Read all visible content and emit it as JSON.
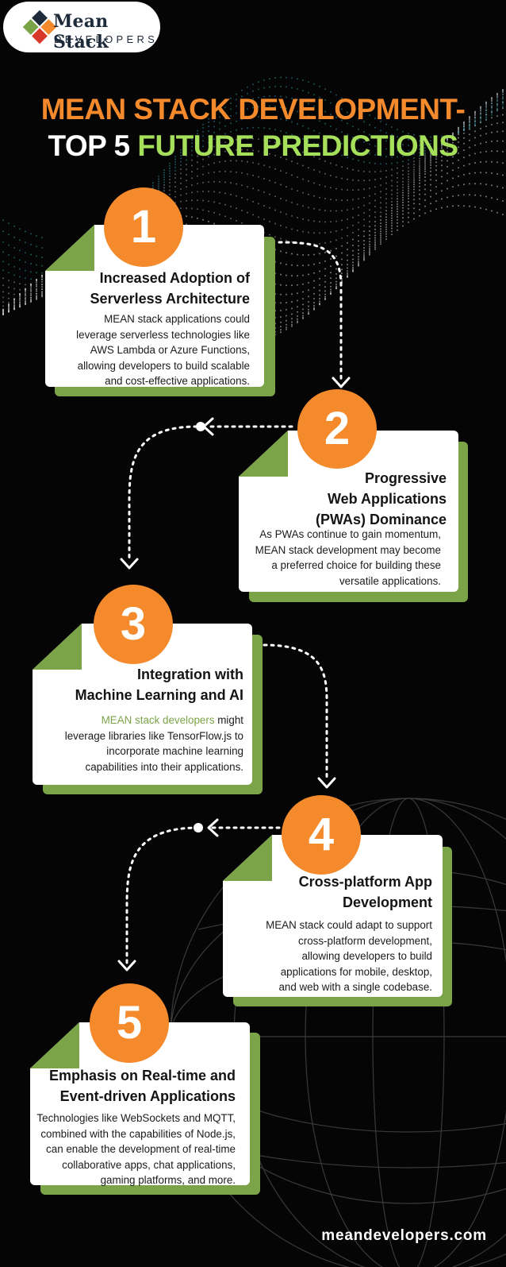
{
  "brand": {
    "name": "Mean Stack",
    "sub": "DEVELOPERS",
    "website": "meandevelopers.com"
  },
  "headline": {
    "line1": "MEAN STACK DEVELOPMENT-",
    "line2_white": "TOP 5",
    "line2_green": "FUTURE PREDICTIONS"
  },
  "colors": {
    "background": "#050505",
    "orange": "#f48a2c",
    "green": "#7ba449",
    "light_green": "#a6e05a",
    "card": "#ffffff"
  },
  "predictions": [
    {
      "number": "1",
      "title_lines": [
        "Increased Adoption of",
        "Serverless Architecture"
      ],
      "text_lines": [
        "MEAN stack applications could",
        "leverage serverless technologies like",
        "AWS Lambda or Azure Functions,",
        "allowing developers to build scalable",
        "and cost-effective applications."
      ]
    },
    {
      "number": "2",
      "title_lines": [
        "Progressive",
        "Web Applications",
        "(PWAs) Dominance"
      ],
      "text_lines": [
        "As PWAs continue to gain momentum,",
        "MEAN stack development may become",
        "a preferred choice for building these",
        "versatile applications."
      ]
    },
    {
      "number": "3",
      "title_lines": [
        "Integration with",
        "Machine Learning and AI"
      ],
      "text_highlight": "MEAN stack developers",
      "text_first_rest": " might",
      "text_lines": [
        "leverage libraries like TensorFlow.js to",
        "incorporate machine learning",
        "capabilities into their applications."
      ]
    },
    {
      "number": "4",
      "title_lines": [
        "Cross-platform App",
        "Development"
      ],
      "text_lines": [
        "MEAN stack could adapt to support",
        "cross-platform development,",
        "allowing developers to build",
        "applications for mobile, desktop,",
        "and web with a single codebase."
      ]
    },
    {
      "number": "5",
      "title_lines": [
        "Emphasis on Real-time and",
        "Event-driven Applications"
      ],
      "text_lines": [
        "Technologies like WebSockets and MQTT,",
        "combined with the capabilities of Node.js,",
        "can enable the development of real-time",
        "collaborative apps, chat applications,",
        "gaming platforms, and more."
      ]
    }
  ]
}
